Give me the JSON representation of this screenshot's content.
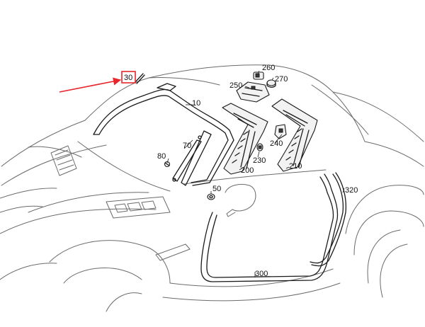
{
  "callouts": {
    "p30": "30",
    "p10": "10",
    "p70": "70",
    "p80": "80",
    "p50": "50",
    "p260": "260",
    "p270": "270",
    "p250": "250",
    "p240": "240",
    "p230": "230",
    "p200": "200",
    "p210": "210",
    "p320": "320",
    "p300": "300"
  },
  "colors": {
    "highlight": "#e8262b",
    "line": "#1a1a1a",
    "outline": "#6b6b6b"
  },
  "highlighted_part": "30"
}
